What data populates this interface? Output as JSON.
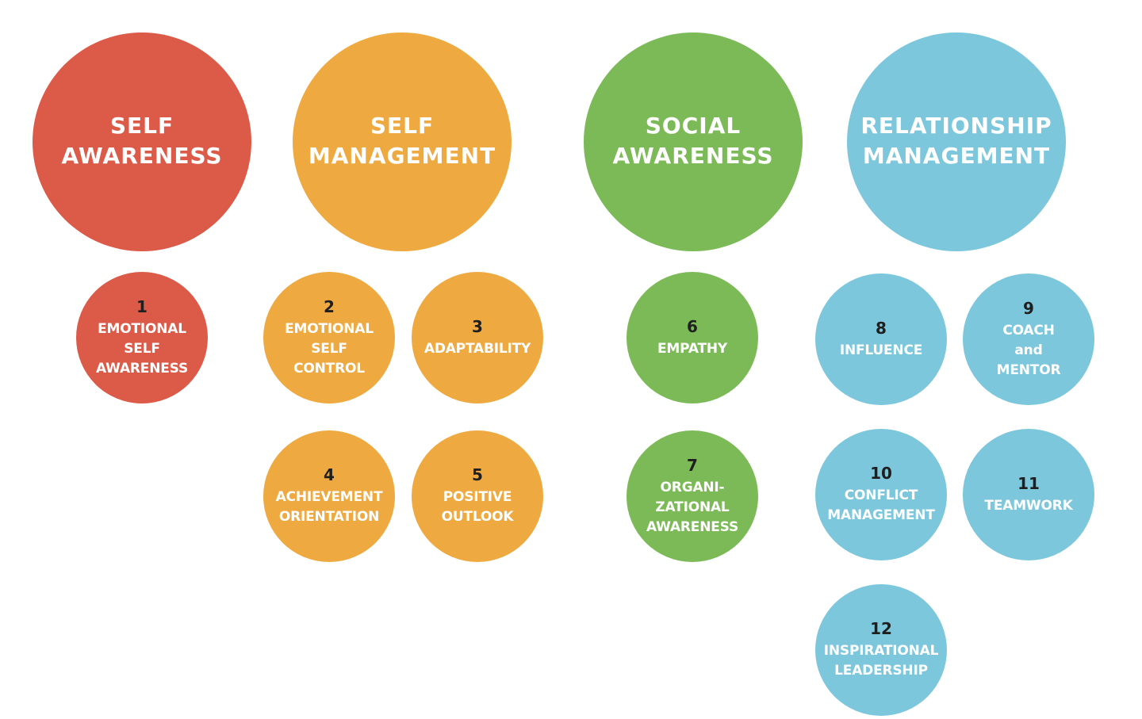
{
  "domains": [
    {
      "id": "self-awareness",
      "label": "SELF\nAWARENESS",
      "color": "#dc5a48"
    },
    {
      "id": "self-management",
      "label": "SELF\nMANAGEMENT",
      "color": "#eeaa40"
    },
    {
      "id": "social-awareness",
      "label": "SOCIAL\nAWARENESS",
      "color": "#7cba57"
    },
    {
      "id": "relationship-management",
      "label": "RELATIONSHIP\nMANAGEMENT",
      "color": "#7cc7dc"
    }
  ],
  "competencies": [
    {
      "number": "1",
      "label": "EMOTIONAL\nSELF\nAWARENESS",
      "domain": "self-awareness"
    },
    {
      "number": "2",
      "label": "EMOTIONAL\nSELF\nCONTROL",
      "domain": "self-management"
    },
    {
      "number": "3",
      "label": "ADAPTABILITY",
      "domain": "self-management"
    },
    {
      "number": "4",
      "label": "ACHIEVEMENT\nORIENTATION",
      "domain": "self-management"
    },
    {
      "number": "5",
      "label": "POSITIVE\nOUTLOOK",
      "domain": "self-management"
    },
    {
      "number": "6",
      "label": "EMPATHY",
      "domain": "social-awareness"
    },
    {
      "number": "7",
      "label": "ORGANI-\nZATIONAL\nAWARENESS",
      "domain": "social-awareness"
    },
    {
      "number": "8",
      "label": "INFLUENCE",
      "domain": "relationship-management"
    },
    {
      "number": "9",
      "label": "COACH\nand\nMENTOR",
      "domain": "relationship-management"
    },
    {
      "number": "10",
      "label": "CONFLICT\nMANAGEMENT",
      "domain": "relationship-management"
    },
    {
      "number": "11",
      "label": "TEAMWORK",
      "domain": "relationship-management"
    },
    {
      "number": "12",
      "label": "INSPIRATIONAL\nLEADERSHIP",
      "domain": "relationship-management"
    }
  ]
}
